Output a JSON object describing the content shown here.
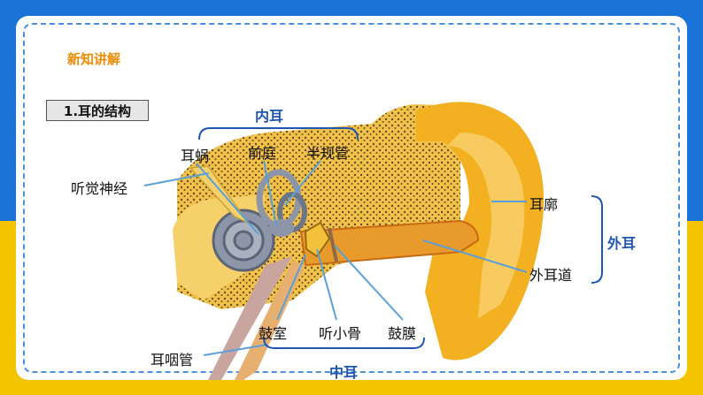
{
  "slide": {
    "section_title": "新知讲解",
    "subtitle": "1.耳的结构"
  },
  "labels": {
    "cochlea": "耳蜗",
    "vestibule": "前庭",
    "semicircular_canals": "半规管",
    "auditory_nerve": "听觉神经",
    "auricle": "耳廓",
    "ear_canal": "外耳道",
    "tympanic_cavity": "鼓室",
    "ossicles": "听小骨",
    "eardrum": "鼓膜",
    "eustachian_tube": "耳咽管"
  },
  "groups": {
    "inner_ear": "内耳",
    "outer_ear": "外耳",
    "middle_ear": "中耳"
  },
  "colors": {
    "background_top": "#1a73d6",
    "background_bottom": "#f5c400",
    "accent": "#f08a00",
    "group_label": "#1f55b3",
    "leader_line": "#5aa0d8"
  }
}
